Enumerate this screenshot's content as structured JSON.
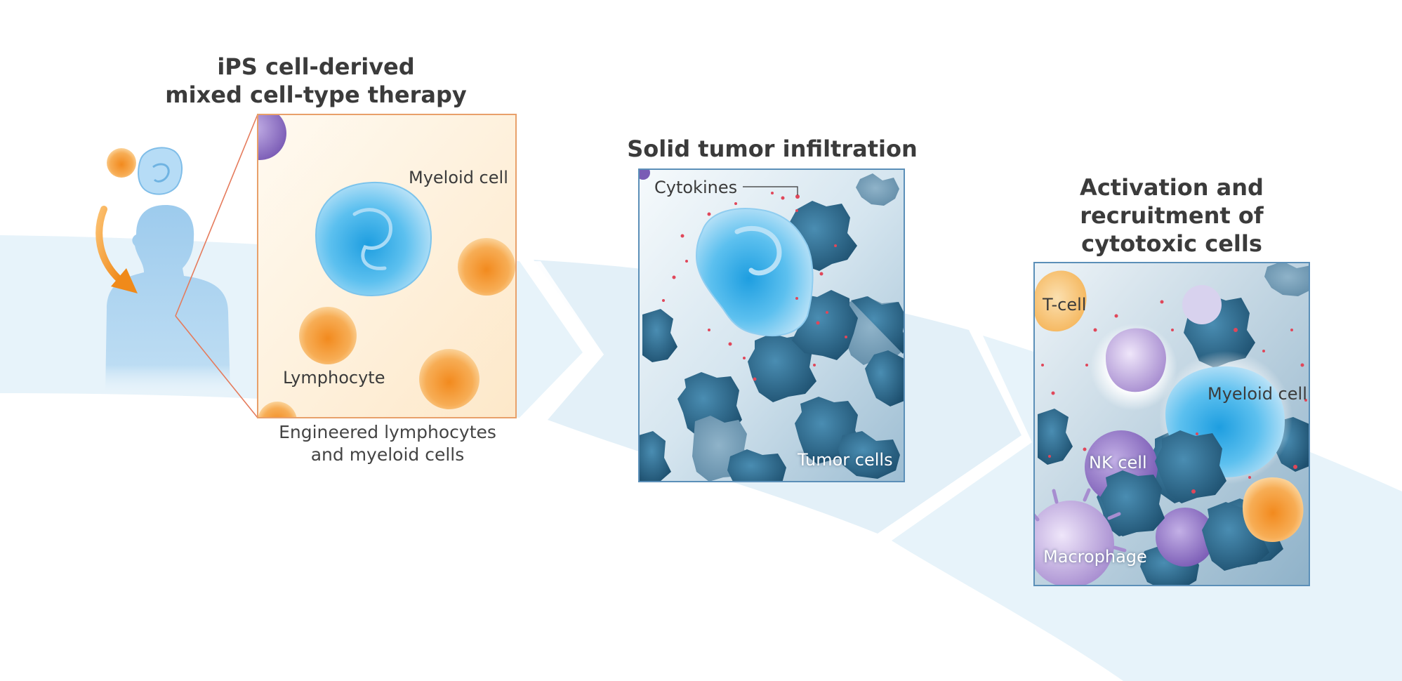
{
  "stage1": {
    "title_line1": "iPS cell-derived",
    "title_line2": "mixed cell-type therapy",
    "label_myeloid": "Myeloid cell",
    "label_lymphocyte": "Lymphocyte",
    "caption_line1": "Engineered lymphocytes",
    "caption_line2": "and myeloid cells"
  },
  "stage2": {
    "title": "Solid tumor infiltration",
    "label_cytokines": "Cytokines",
    "label_tumor": "Tumor cells"
  },
  "stage3": {
    "title_line1": "Activation and",
    "title_line2": "recruitment of",
    "title_line3": "cytotoxic cells",
    "label_tcell": "T-cell",
    "label_myeloid": "Myeloid cell",
    "label_nk": "NK cell",
    "label_macrophage": "Macrophage"
  },
  "colors": {
    "myeloid": "#4fb6ea",
    "lymphocyte": "#f0962e",
    "tumor": "#2e6f93",
    "nk_cell": "#8e72c2",
    "macrophage": "#b49ad6",
    "t_cell": "#f8c77c",
    "cytokine": "#e0475a",
    "arrow_band": "#e7f3fa",
    "panel_border_stage1": "#e8a06a",
    "panel_border": "#5b8fb8"
  }
}
